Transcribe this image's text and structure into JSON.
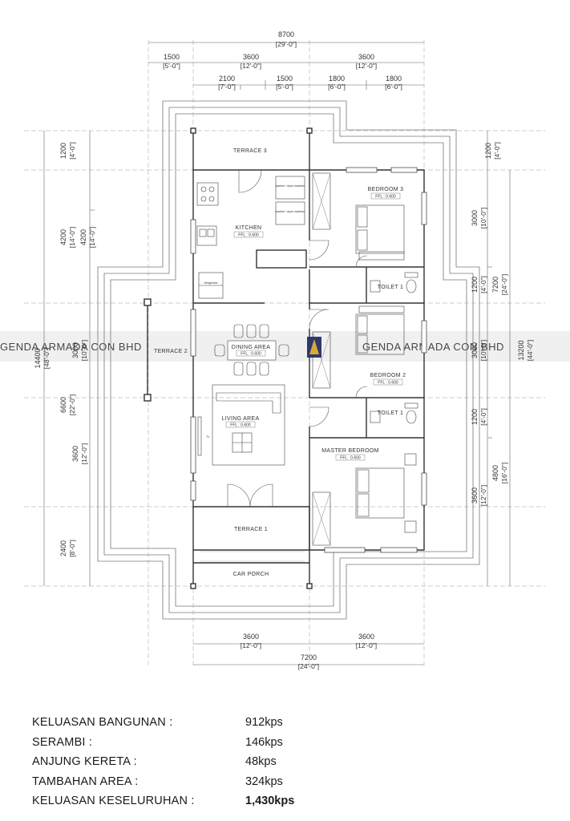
{
  "plan": {
    "dims_top": {
      "total": "8700",
      "total_ft": "[29'-0\"]",
      "a": "1500",
      "a_ft": "[5'-0\"]",
      "b": "3600",
      "b_ft": "[12'-0\"]",
      "c": "3600",
      "c_ft": "[12'-0\"]",
      "d": "2100",
      "d_ft": "[7'-0\"]",
      "e": "1500",
      "e_ft": "[5'-0\"]",
      "f": "1800",
      "f_ft": "[6'-0\"]",
      "g": "1800",
      "g_ft": "[6'-0\"]"
    },
    "dims_bottom": {
      "a": "3600",
      "a_ft": "[12'-0\"]",
      "b": "3600",
      "b_ft": "[12'-0\"]",
      "total": "7200",
      "total_ft": "[24'-0\"]"
    },
    "dims_left": {
      "total": "14400",
      "total_ft": "[48'-0\"]",
      "a": "1200",
      "a_ft": "[4'-0\"]",
      "b": "4200",
      "b_ft": "[14'-0\"]",
      "b2": "4200",
      "b2_ft": "[14'-0\"]",
      "c": "3000",
      "c_ft": "[10'-0\"]",
      "d": "6600",
      "d_ft": "[22'-0\"]",
      "e": "3600",
      "e_ft": "[12'-0\"]",
      "f": "2400",
      "f_ft": "[8'-0\"]"
    },
    "dims_right": {
      "total": "13200",
      "total_ft": "[44'-0\"]",
      "a": "1200",
      "a_ft": "[4'-0\"]",
      "b": "3000",
      "b_ft": "[10'-0\"]",
      "c": "1200",
      "c_ft": "[4'-0\"]",
      "c2": "7200",
      "c2_ft": "[24'-0\"]",
      "d": "3000",
      "d_ft": "[10'-0\"]",
      "e": "1200",
      "e_ft": "[4'-0\"]",
      "f": "3600",
      "f_ft": "[12'-0\"]",
      "g": "4800",
      "g_ft": "[16'-0\"]"
    },
    "rooms": {
      "terrace3": "TERRACE 3",
      "kitchen": "KITCHEN",
      "kitchen_ffl": "FFL : 0.600",
      "bedroom3": "BEDROOM 3",
      "bedroom3_ffl": "FFL : 0.600",
      "toilet1a": "TOILET 1",
      "terrace2": "TERRACE 2",
      "dining": "DINING AREA",
      "dining_ffl": "FFL : 0.600",
      "bedroom2": "BEDROOM 2",
      "bedroom2_ffl": "FFL : 0.600",
      "toilet1b": "TOILET 1",
      "living": "LIVING AREA",
      "living_ffl": "FFL : 0.600",
      "tv": "TV",
      "master": "MASTER BEDROOM",
      "master_ffl": "FFL : 0.600",
      "terrace1": "TERRACE 1",
      "carporch": "CAR PORCH",
      "washer1": "washer / dryer machine",
      "washer2": "washer / dryer machine",
      "fridge": "refrigerator"
    },
    "watermark_left": "GENDA ARMADA CON BHD",
    "watermark_right": "GENDA ARMADA CON BHD"
  },
  "areas": [
    {
      "label": "KELUASAN BANGUNAN :",
      "value": "912kps"
    },
    {
      "label": "SERAMBI :",
      "value": "146kps"
    },
    {
      "label": "ANJUNG KERETA :",
      "value": "48kps"
    },
    {
      "label": "TAMBAHAN AREA :",
      "value": "324kps"
    },
    {
      "label": "KELUASAN KESELURUHAN :",
      "value": "1,430kps"
    }
  ]
}
